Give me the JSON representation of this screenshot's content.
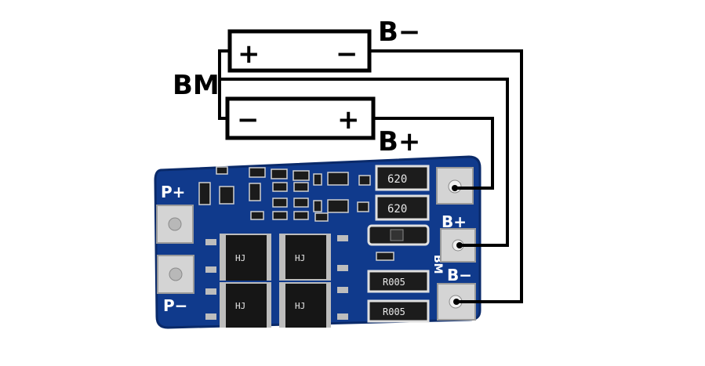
{
  "diagram": {
    "wire_labels": {
      "b_minus": "B−",
      "bm": "BM",
      "b_plus": "B+"
    },
    "cells": [
      {
        "left_sign": "+",
        "right_sign": "−"
      },
      {
        "left_sign": "−",
        "right_sign": "+"
      }
    ],
    "board": {
      "pads": {
        "p_plus": "P+",
        "p_minus": "P−",
        "b_plus": "B+",
        "b_minus": "B−",
        "bm": "BM"
      },
      "resistors": [
        "620",
        "620",
        "R005",
        "R005"
      ],
      "mosfet_markings": [
        "HJ",
        "HJ",
        "HJ",
        "HJ"
      ]
    },
    "colors": {
      "pcb": "#103a8c",
      "pcb_edge": "#0a2a6a",
      "wire": "#000000",
      "pad": "#c9c9c9"
    }
  }
}
